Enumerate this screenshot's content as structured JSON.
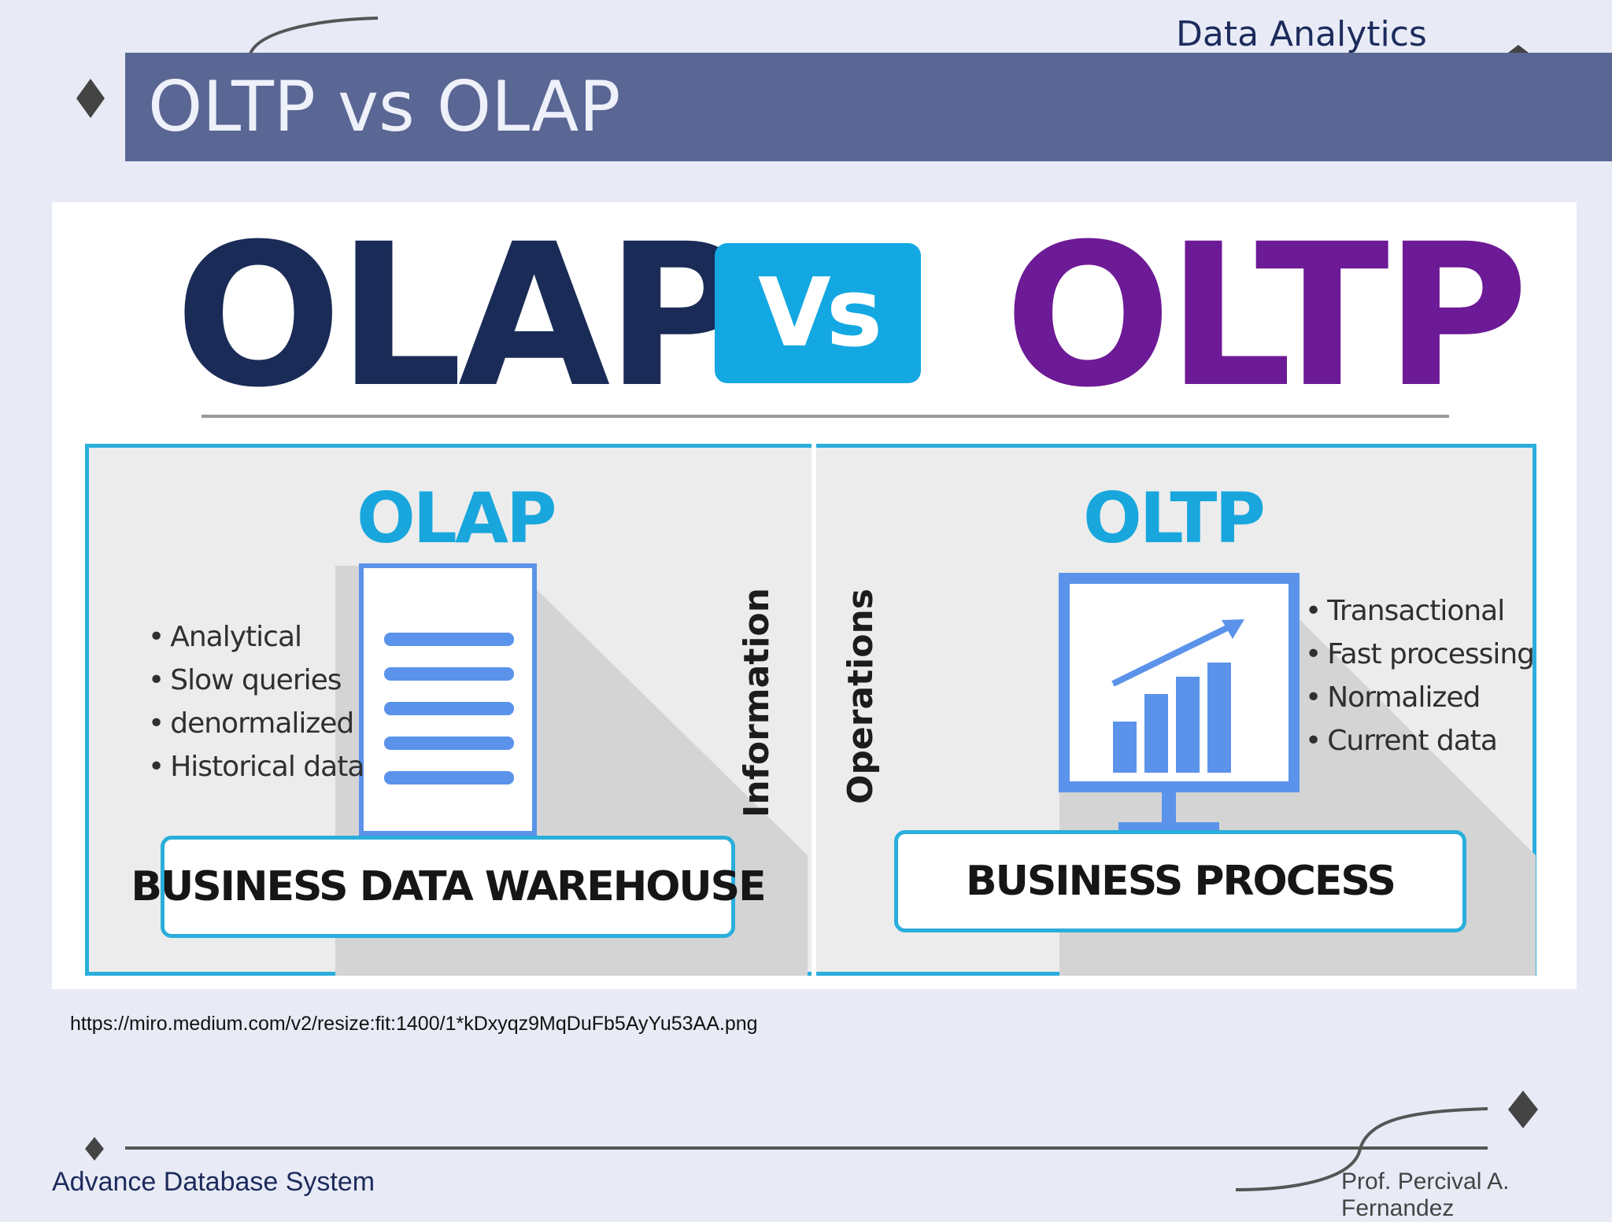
{
  "header": {
    "topic": "Data Analytics",
    "title": "OLTP vs OLAP"
  },
  "figure": {
    "headline_left": "OLAP",
    "headline_vs": "Vs",
    "headline_right": "OLTP",
    "olap": {
      "heading": "OLAP",
      "bullets": [
        "Analytical",
        "Slow queries",
        "denormalized",
        "Historical data"
      ],
      "vertical_label": "Information",
      "box_label": "BUSINESS DATA WAREHOUSE"
    },
    "oltp": {
      "heading": "OLTP",
      "bullets": [
        "Transactional",
        "Fast processing",
        "Normalized",
        "Current data"
      ],
      "vertical_label": "Operations",
      "box_label": "BUSINESS PROCESS"
    },
    "icons": [
      "document-icon",
      "monitor-chart-icon"
    ]
  },
  "caption": "https://miro.medium.com/v2/resize:fit:1400/1*kDxyqz9MqDuFb5AyYu53AA.png",
  "footer": {
    "course": "Advance Database System",
    "author": "Prof. Percival A. Fernandez"
  },
  "colors": {
    "background": "#e8ebf6",
    "title_band": "#5a6693",
    "olap_navy": "#1a2b57",
    "oltp_purple": "#6d1a96",
    "accent_cyan": "#18a6dd",
    "icon_blue": "#5b93ea"
  }
}
